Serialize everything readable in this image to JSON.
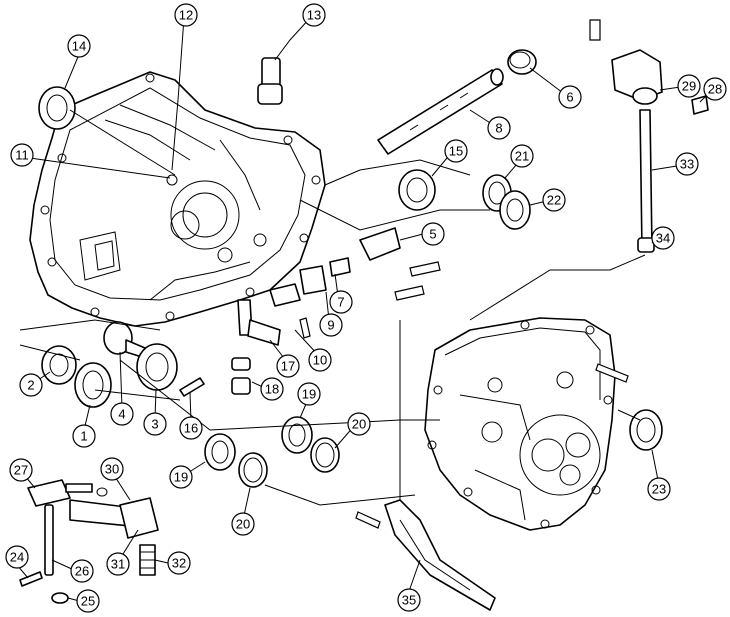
{
  "callouts": [
    {
      "id": "c1",
      "label": "1"
    },
    {
      "id": "c2",
      "label": "2"
    },
    {
      "id": "c3",
      "label": "3"
    },
    {
      "id": "c4",
      "label": "4"
    },
    {
      "id": "c5",
      "label": "5"
    },
    {
      "id": "c6",
      "label": "6"
    },
    {
      "id": "c7",
      "label": "7"
    },
    {
      "id": "c8",
      "label": "8"
    },
    {
      "id": "c9",
      "label": "9"
    },
    {
      "id": "c10",
      "label": "10"
    },
    {
      "id": "c11",
      "label": "11"
    },
    {
      "id": "c12",
      "label": "12"
    },
    {
      "id": "c13",
      "label": "13"
    },
    {
      "id": "c14",
      "label": "14"
    },
    {
      "id": "c15",
      "label": "15"
    },
    {
      "id": "c16",
      "label": "16"
    },
    {
      "id": "c17",
      "label": "17"
    },
    {
      "id": "c18",
      "label": "18"
    },
    {
      "id": "c19a",
      "label": "19"
    },
    {
      "id": "c19b",
      "label": "19"
    },
    {
      "id": "c20a",
      "label": "20"
    },
    {
      "id": "c20b",
      "label": "20"
    },
    {
      "id": "c21",
      "label": "21"
    },
    {
      "id": "c22",
      "label": "22"
    },
    {
      "id": "c23",
      "label": "23"
    },
    {
      "id": "c24",
      "label": "24"
    },
    {
      "id": "c25",
      "label": "25"
    },
    {
      "id": "c26",
      "label": "26"
    },
    {
      "id": "c27",
      "label": "27"
    },
    {
      "id": "c28",
      "label": "28"
    },
    {
      "id": "c29",
      "label": "29"
    },
    {
      "id": "c30",
      "label": "30"
    },
    {
      "id": "c31",
      "label": "31"
    },
    {
      "id": "c32",
      "label": "32"
    },
    {
      "id": "c33",
      "label": "33"
    },
    {
      "id": "c34",
      "label": "34"
    },
    {
      "id": "c35",
      "label": "35"
    }
  ]
}
